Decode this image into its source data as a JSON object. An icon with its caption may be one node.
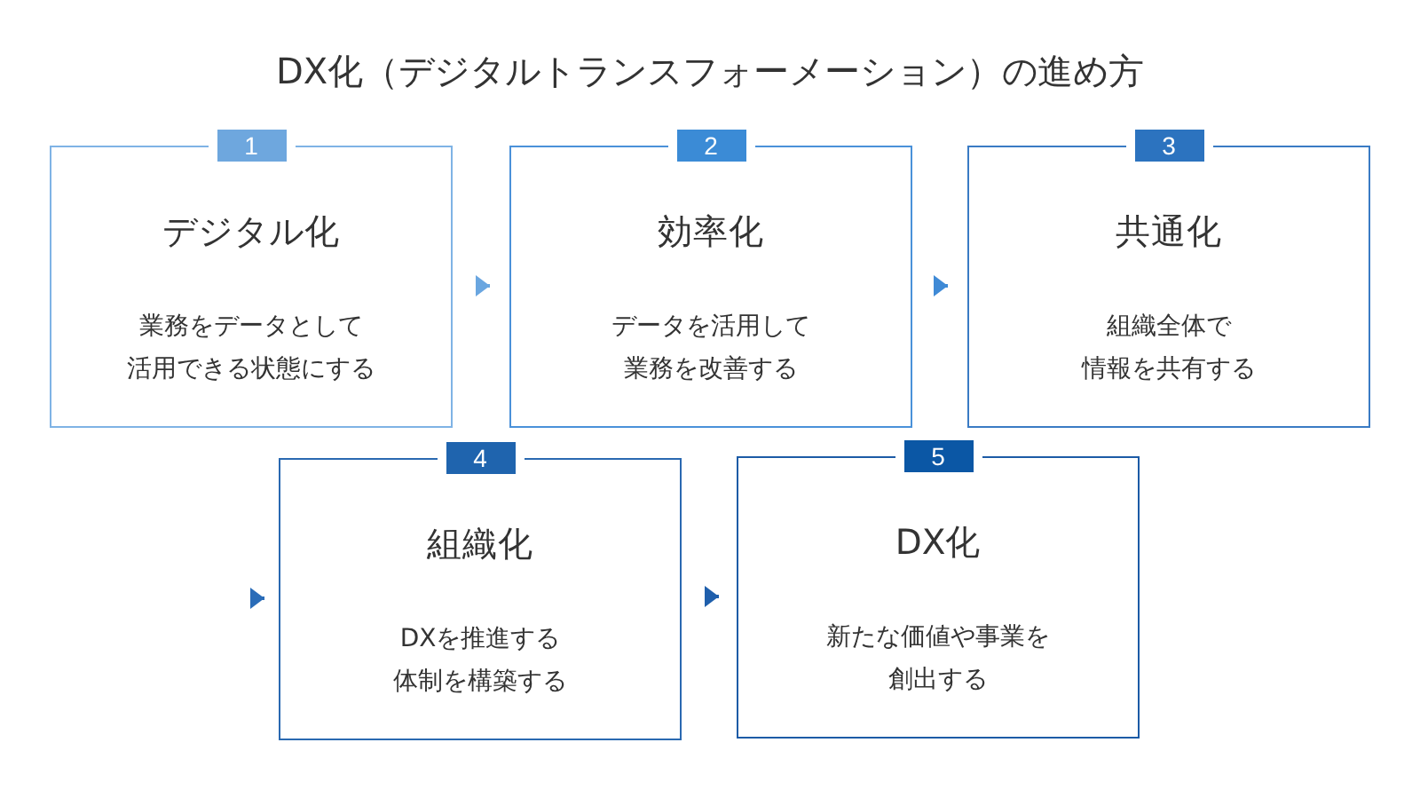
{
  "diagram": {
    "title": "DX化（デジタルトランスフォーメーション）の進め方",
    "nodes": [
      {
        "text": [
          "1",
          "デジタル化",
          "業務をデータとして活用できる状態にする"
        ]
      },
      {
        "text": [
          "2",
          "効率化",
          "データを活用して業務を改善する"
        ]
      },
      {
        "text": [
          "3",
          "共通化",
          "組織全体で情報を共有する"
        ]
      },
      {
        "text": [
          "4",
          "組織化",
          "DXを推進する体制を構築する"
        ]
      },
      {
        "text": [
          "5",
          "DX化",
          "新たな価値や事業を創出する"
        ]
      }
    ],
    "edges": [
      {
        "from": 0,
        "to": 1,
        "arrow": "to"
      },
      {
        "from": 1,
        "to": 2,
        "arrow": "to"
      },
      {
        "from": null,
        "to": 3,
        "arrow": "to"
      },
      {
        "from": 3,
        "to": 4,
        "arrow": "to"
      }
    ]
  }
}
